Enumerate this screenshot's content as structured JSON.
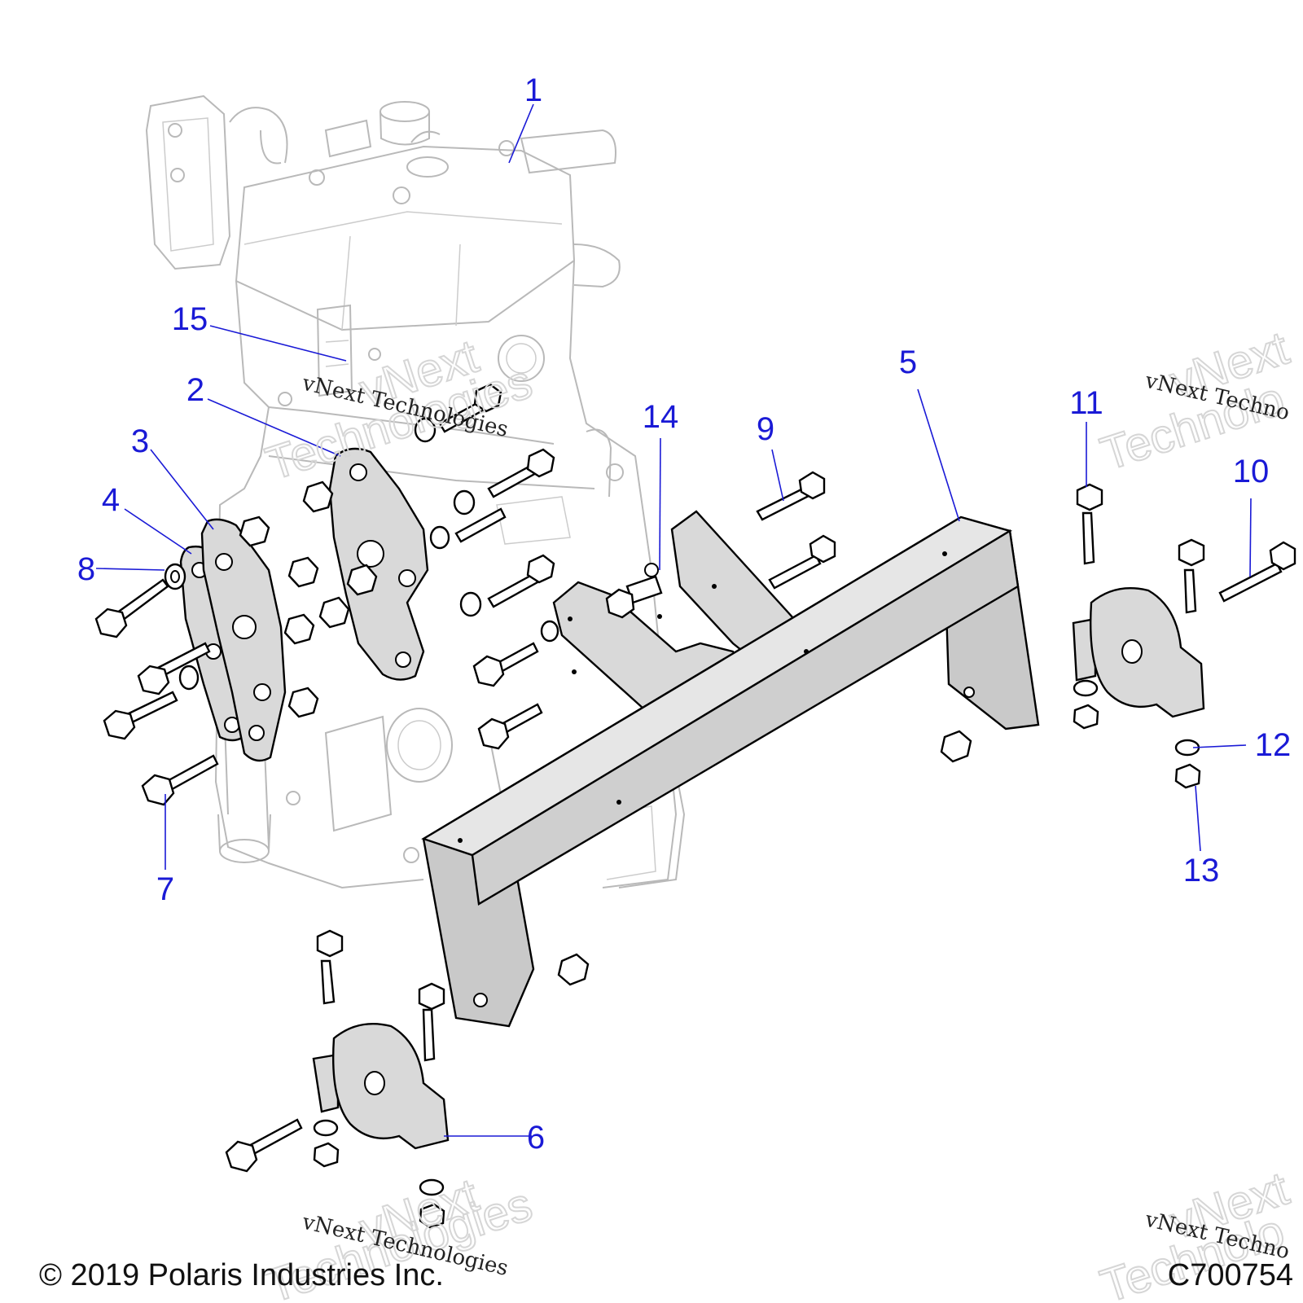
{
  "diagram": {
    "callouts": [
      {
        "id": "1",
        "label": "1"
      },
      {
        "id": "2",
        "label": "2"
      },
      {
        "id": "3",
        "label": "3"
      },
      {
        "id": "4",
        "label": "4"
      },
      {
        "id": "5",
        "label": "5"
      },
      {
        "id": "6",
        "label": "6"
      },
      {
        "id": "7",
        "label": "7"
      },
      {
        "id": "8",
        "label": "8"
      },
      {
        "id": "9",
        "label": "9"
      },
      {
        "id": "10",
        "label": "10"
      },
      {
        "id": "11",
        "label": "11"
      },
      {
        "id": "12",
        "label": "12"
      },
      {
        "id": "13",
        "label": "13"
      },
      {
        "id": "14",
        "label": "14"
      },
      {
        "id": "15",
        "label": "15"
      }
    ],
    "watermark": {
      "line": "vNext Technologies",
      "big_top": "vNext",
      "big_bottom": "Technologies",
      "partial_line": "vNext Techno",
      "partial_top": "vNext",
      "partial_bottom": "Technolo"
    },
    "copyright": "© 2019 Polaris Industries Inc.",
    "figure_code": "C700754",
    "colors": {
      "callout": "#1a1ad6",
      "outline": "#000000",
      "ghost_outline": "#b9b9b9",
      "part_fill": "#d9d9d9"
    }
  }
}
